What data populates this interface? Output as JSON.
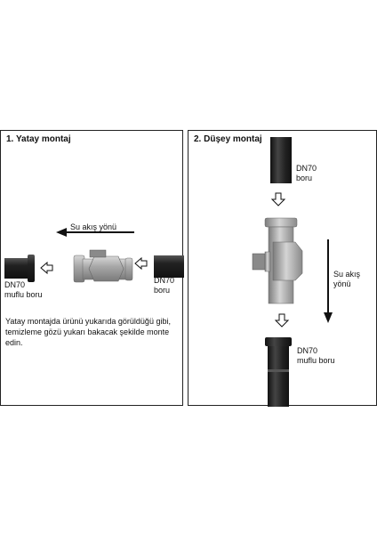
{
  "left_panel": {
    "title": "1. Yatay montaj",
    "flow_label": "Su akış yönü",
    "pipe_right_label": [
      "DN70",
      "boru"
    ],
    "pipe_left_label": [
      "DN70",
      "muflu boru"
    ],
    "note": "Yatay montajda ürünü yukarıda görüldüğü gibi, temizleme gözü yukarı bakacak şekilde monte edin."
  },
  "right_panel": {
    "title": "2. Düşey montaj",
    "pipe_top_label": [
      "DN70",
      "boru"
    ],
    "flow_label": [
      "Su akış",
      "yönü"
    ],
    "pipe_bottom_label": [
      "DN70",
      "muflu boru"
    ]
  },
  "colors": {
    "pipe_dark": "#2a2a2a",
    "fitting_grey": "#9a9a9a",
    "border": "#222222"
  }
}
